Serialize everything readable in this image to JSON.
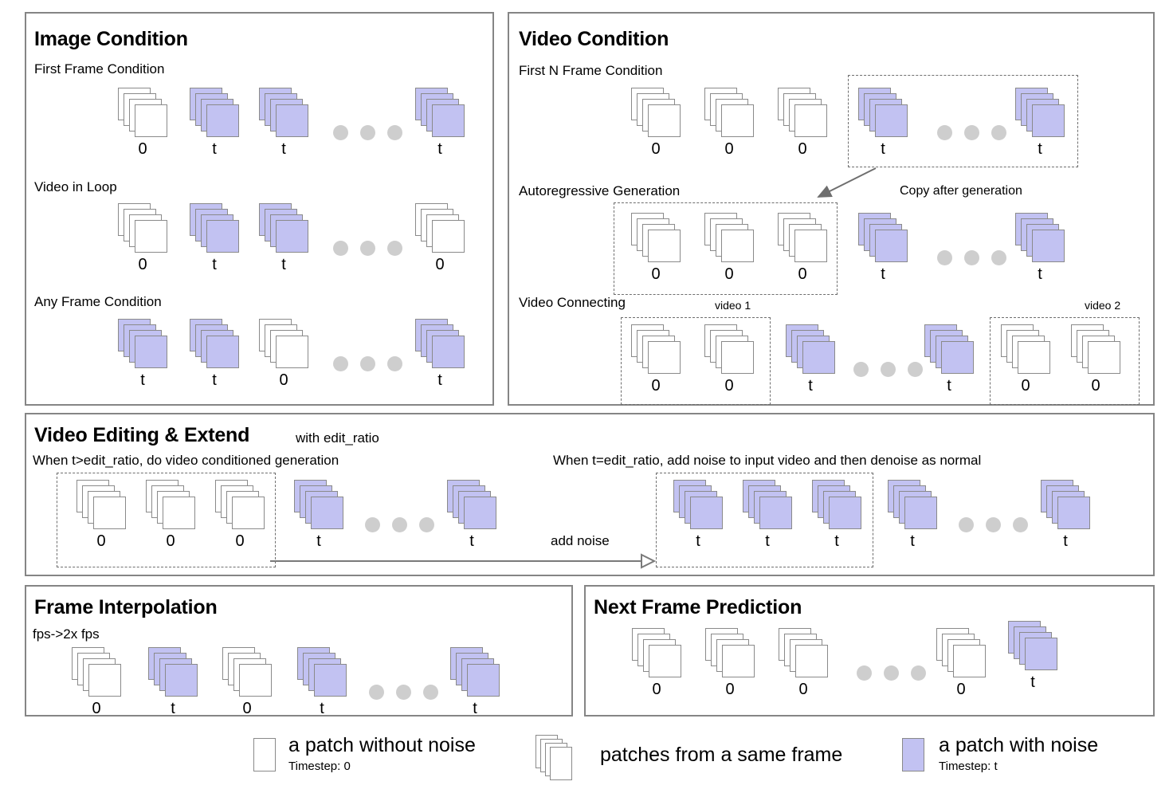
{
  "panels": {
    "image_condition": {
      "title": "Image Condition",
      "rows": [
        {
          "label": "First Frame Condition",
          "timesteps": [
            "0",
            "t",
            "t",
            "t"
          ],
          "noisy": [
            false,
            true,
            true,
            true
          ]
        },
        {
          "label": "Video in Loop",
          "timesteps": [
            "0",
            "t",
            "t",
            "0"
          ],
          "noisy": [
            false,
            true,
            true,
            false
          ]
        },
        {
          "label": "Any Frame Condition",
          "timesteps": [
            "t",
            "t",
            "0",
            "t"
          ],
          "noisy": [
            true,
            true,
            false,
            true
          ]
        }
      ]
    },
    "video_condition": {
      "title": "Video Condition",
      "rows": [
        {
          "label": "First N Frame Condition",
          "timesteps": [
            "0",
            "0",
            "0",
            "t",
            "t"
          ],
          "noisy": [
            false,
            false,
            false,
            true,
            true
          ]
        },
        {
          "label": "Autoregressive Generation",
          "timesteps": [
            "0",
            "0",
            "0",
            "t",
            "t"
          ],
          "noisy": [
            false,
            false,
            false,
            true,
            true
          ]
        },
        {
          "label": "Video Connecting",
          "timesteps": [
            "0",
            "0",
            "t",
            "t",
            "0",
            "0"
          ],
          "noisy": [
            false,
            false,
            true,
            true,
            false,
            false
          ]
        }
      ],
      "annotations": {
        "copy_after_generation": "Copy after generation",
        "video1": "video 1",
        "video2": "video 2"
      }
    },
    "video_editing": {
      "title": "Video Editing & Extend",
      "title_suffix": "with edit_ratio",
      "left_caption": "When t>edit_ratio, do video conditioned generation",
      "right_caption": "When t=edit_ratio, add noise to input video and then denoise as normal",
      "arrow_label": "add noise",
      "left_timesteps": [
        "0",
        "0",
        "0",
        "t",
        "t"
      ],
      "left_noisy": [
        false,
        false,
        false,
        true,
        true
      ],
      "right_timesteps": [
        "t",
        "t",
        "t",
        "t",
        "t"
      ],
      "right_noisy": [
        true,
        true,
        true,
        true,
        true
      ]
    },
    "frame_interpolation": {
      "title": "Frame Interpolation",
      "subtitle": "fps->2x fps",
      "timesteps": [
        "0",
        "t",
        "0",
        "t",
        "t"
      ],
      "noisy": [
        false,
        true,
        false,
        true,
        true
      ]
    },
    "next_frame_prediction": {
      "title": "Next Frame Prediction",
      "timesteps": [
        "0",
        "0",
        "0",
        "0",
        "t"
      ],
      "noisy": [
        false,
        false,
        false,
        false,
        true
      ]
    }
  },
  "legend": {
    "clean_main": "a patch without noise",
    "clean_sub": "Timestep: 0",
    "stack_main": "patches from a same frame",
    "noisy_main": "a patch with noise",
    "noisy_sub": "Timestep: t"
  },
  "colors": {
    "noise_patch": "#c2c2f2",
    "patch_border": "#8a8a8a",
    "panel_border": "#858585",
    "dot": "#cecece",
    "dashed_border": "#6e6e6e"
  }
}
